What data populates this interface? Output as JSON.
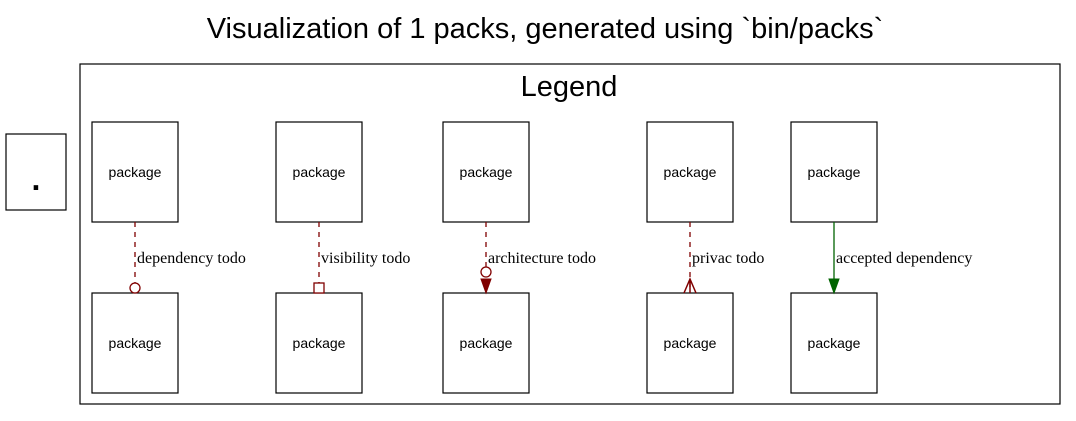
{
  "title": "Visualization of 1 packs, generated using `bin/packs`",
  "root_pack": {
    "label": "."
  },
  "legend": {
    "title": "Legend",
    "package_label": "package",
    "items": [
      {
        "edge_label": "dependency todo",
        "arrowhead": "odot",
        "color": "#800000",
        "style": "dashed"
      },
      {
        "edge_label": "visibility todo",
        "arrowhead": "obox",
        "color": "#800000",
        "style": "dashed"
      },
      {
        "edge_label": "architecture todo",
        "arrowhead": "odot-normal",
        "color": "#800000",
        "style": "dashed"
      },
      {
        "edge_label": "privac todo",
        "arrowhead": "crow",
        "color": "#800000",
        "style": "dashed"
      },
      {
        "edge_label": "accepted dependency",
        "arrowhead": "normal",
        "color": "#006400",
        "style": "solid"
      }
    ]
  }
}
